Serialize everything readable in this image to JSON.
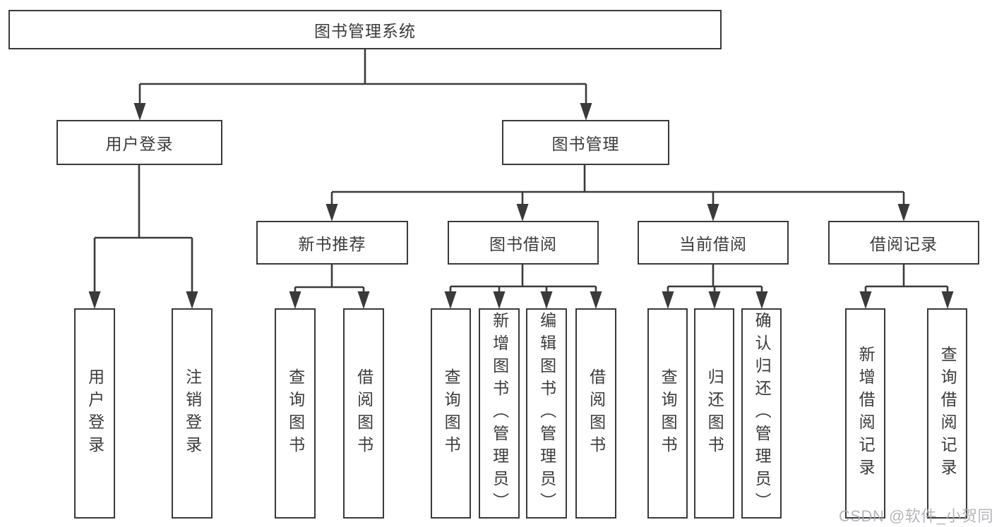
{
  "diagram": {
    "root": {
      "label": "图书管理系统"
    },
    "level2": [
      {
        "label": "用户登录"
      },
      {
        "label": "图书管理"
      }
    ],
    "level3": [
      {
        "label": "新书推荐"
      },
      {
        "label": "图书借阅"
      },
      {
        "label": "当前借阅"
      },
      {
        "label": "借阅记录"
      }
    ],
    "leaves": [
      {
        "label": "用户登录"
      },
      {
        "label": "注销登录"
      },
      {
        "label": "查询图书"
      },
      {
        "label": "借阅图书"
      },
      {
        "label": "查询图书"
      },
      {
        "label": "新增图书（管理员）"
      },
      {
        "label": "编辑图书（管理员）"
      },
      {
        "label": "借阅图书"
      },
      {
        "label": "查询图书"
      },
      {
        "label": "归还图书"
      },
      {
        "label": "确认归还（管理员）"
      },
      {
        "label": "新增借阅记录"
      },
      {
        "label": "查询借阅记录"
      }
    ],
    "watermark": "CSDN @软件_小贺同学",
    "colors": {
      "line": "#3a3a3a",
      "text": "#3b3b3b",
      "watermark": "#a9a9b0",
      "background": "#ffffff"
    }
  }
}
